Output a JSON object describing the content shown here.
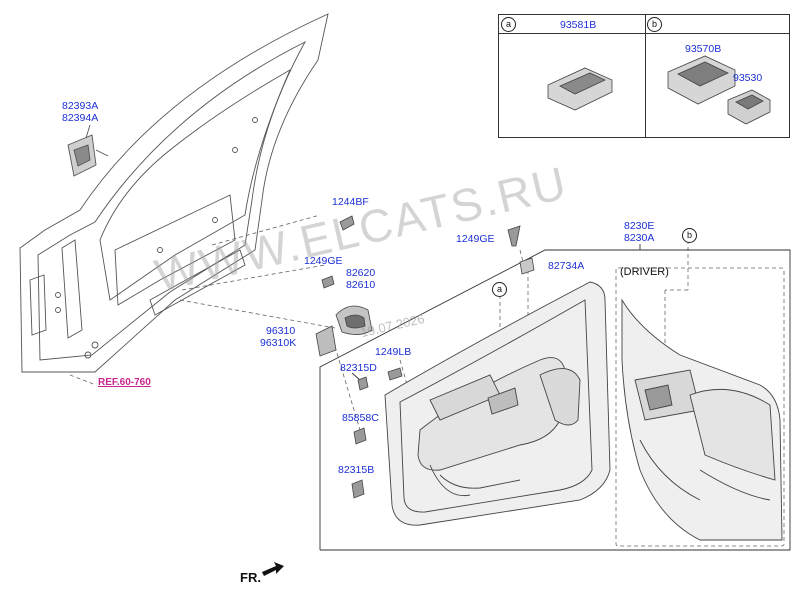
{
  "watermark": "WWW.ELCATS.RU",
  "watermark_date": "19.07.2026",
  "inset_table": {
    "cell_a": {
      "tag": "a",
      "parts": [
        "93581B"
      ]
    },
    "cell_b": {
      "tag": "b",
      "parts": [
        "93570B",
        "93530"
      ]
    }
  },
  "labels": {
    "p82393a": "82393A",
    "p82394a": "82394A",
    "p1244bf": "1244BF",
    "p1249ge_upper": "1249GE",
    "p1249ge_left": "1249GE",
    "p82620": "82620",
    "p82610": "82610",
    "p96310": "96310",
    "p96310k": "96310K",
    "p1249lb": "1249LB",
    "p82315d": "82315D",
    "p85858c": "85858C",
    "p82315b": "82315B",
    "p82734a": "82734A",
    "p8230e": "8230E",
    "p8230a": "8230A"
  },
  "ref_label": "REF.60-760",
  "driver_label": "(DRIVER)",
  "callouts": {
    "a": "a",
    "b": "b"
  },
  "fr_label": "FR."
}
